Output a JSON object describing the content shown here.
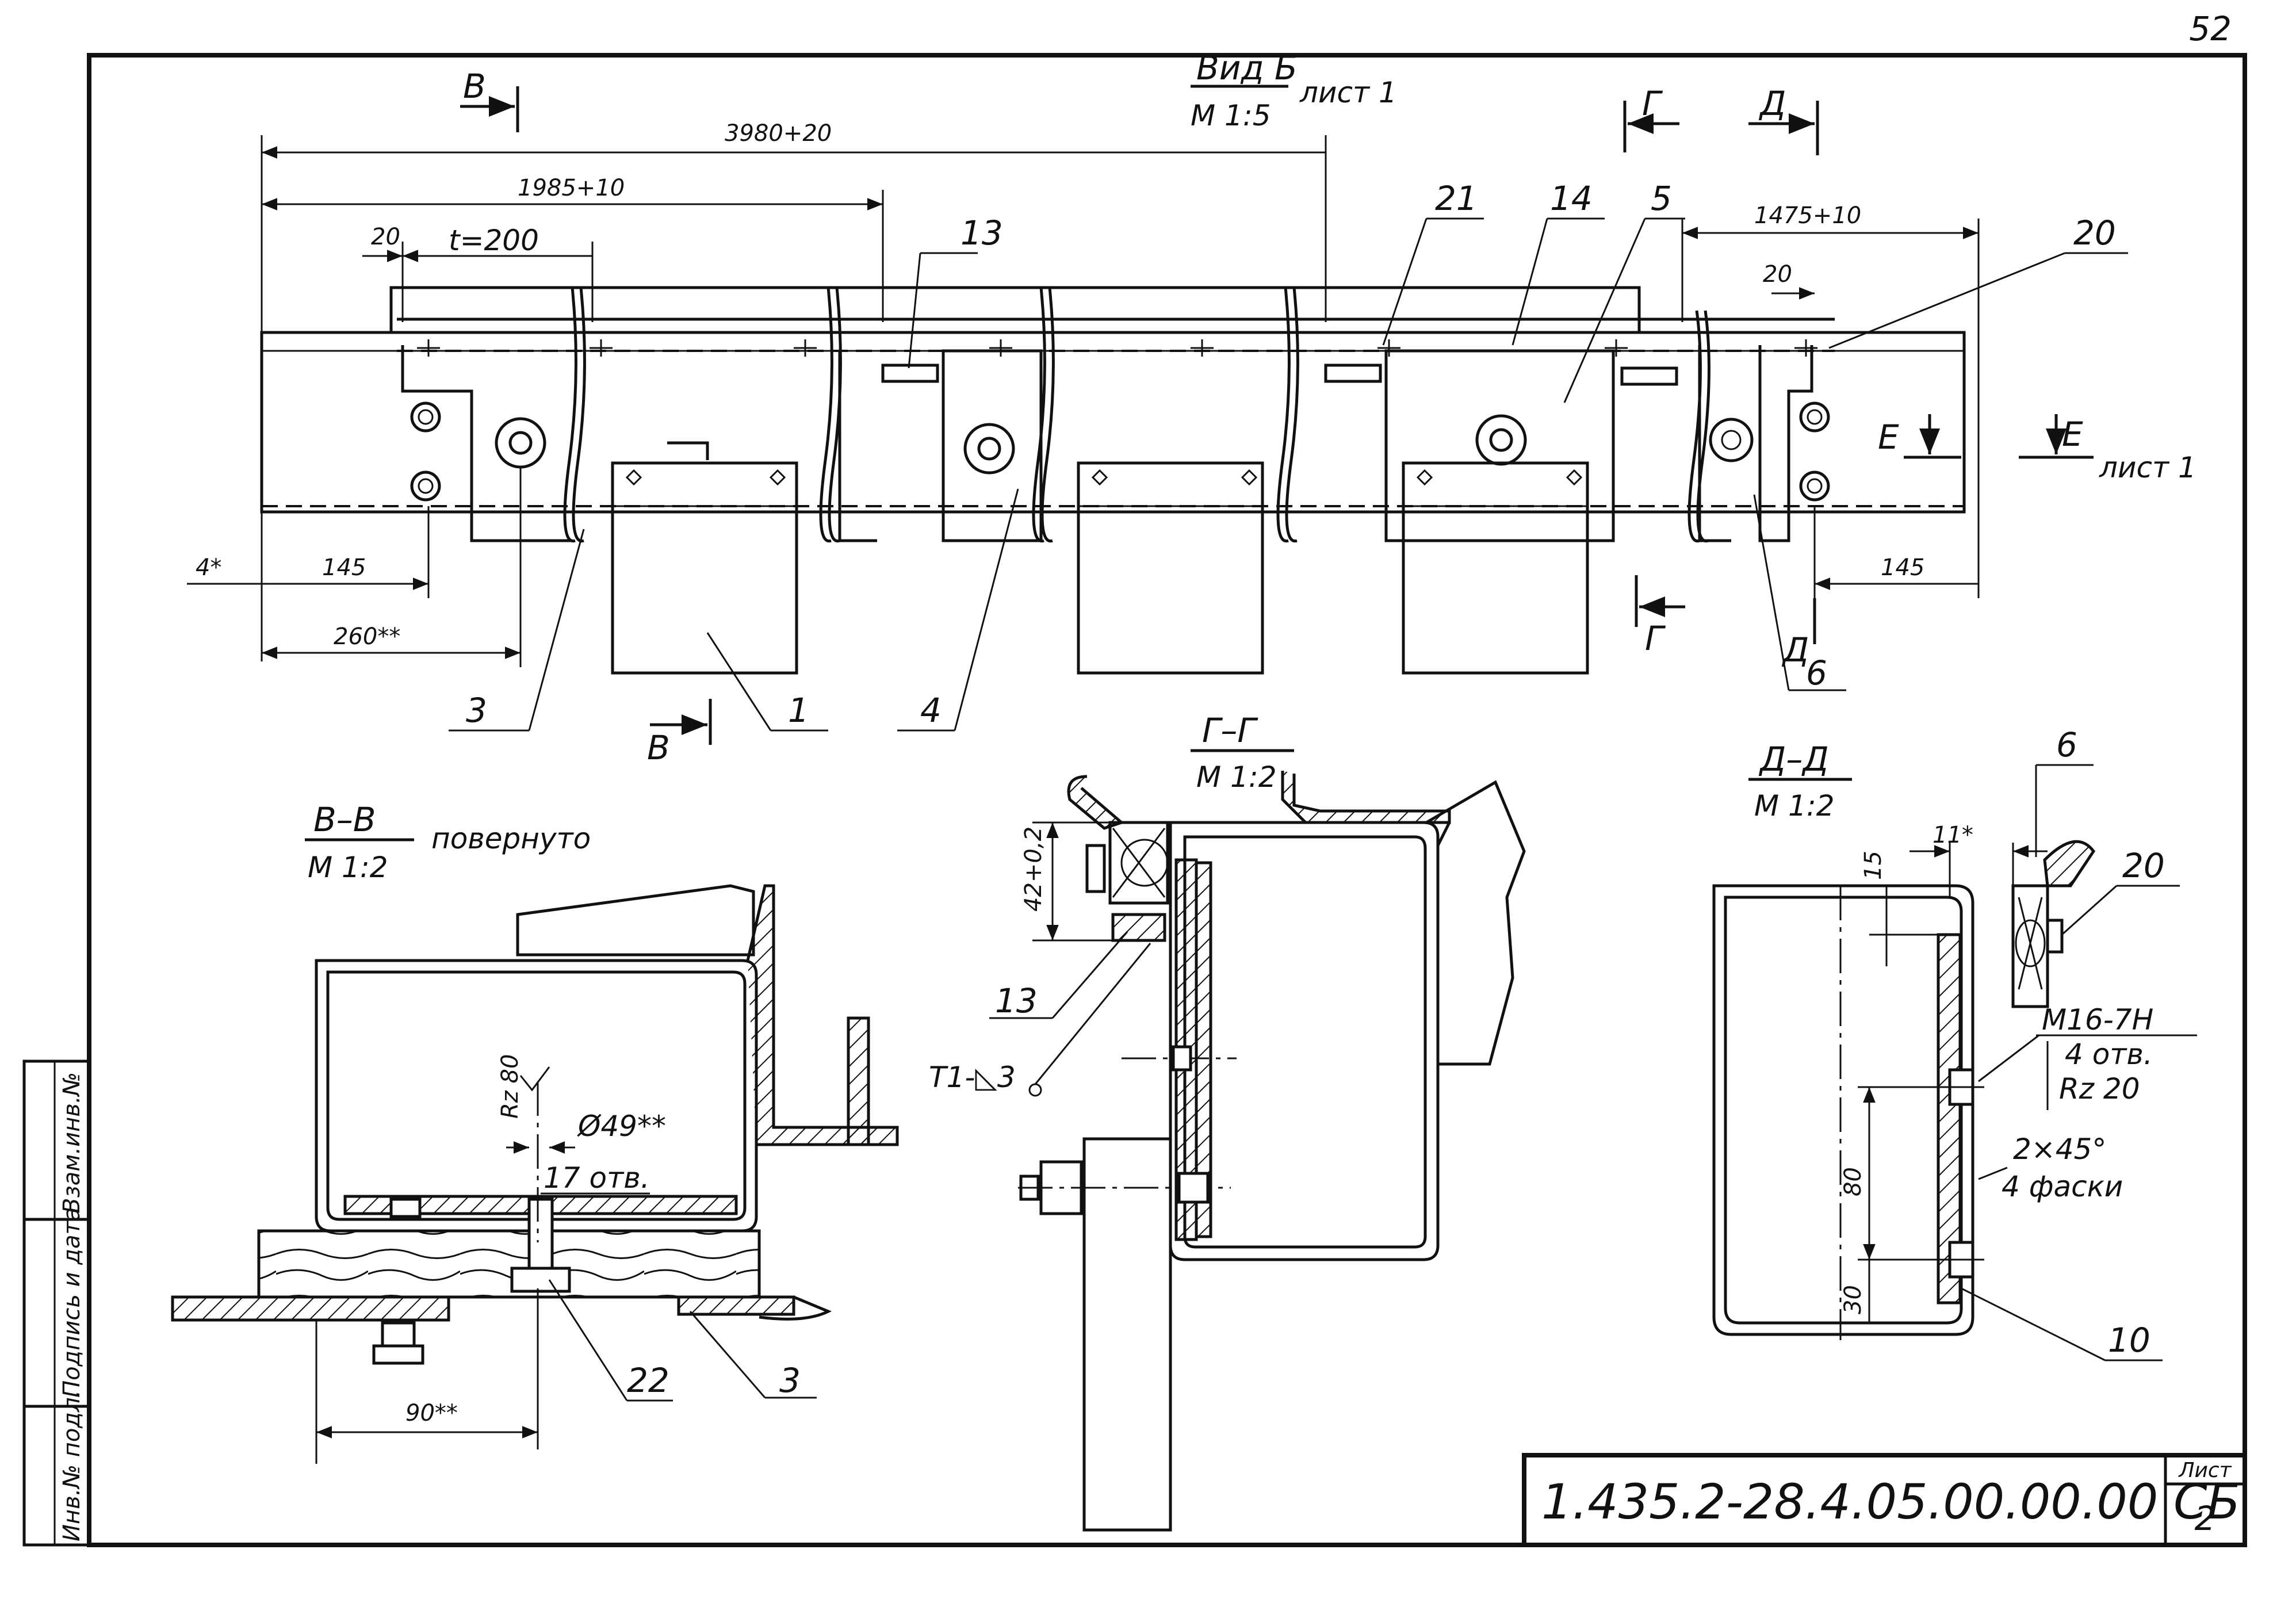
{
  "sheet": {
    "page_number": "52",
    "drawing_number": "1.435.2-28.4.05.00.00.00 СБ",
    "sheet_label": "Лист",
    "sheet_value": "2",
    "side_stamp": [
      "Инв.№ подл.",
      "Подпись и дата",
      "Взам.инв.№"
    ]
  },
  "main_view": {
    "title": "Вид Б",
    "title_ref": "лист 1",
    "scale": "М 1:5",
    "section_marks": [
      "В",
      "В",
      "Г",
      "Г",
      "Д",
      "Д"
    ],
    "view_mark": "Е",
    "view_mark_ref": "лист 1",
    "dimensions": {
      "overall": "3980+20",
      "left_span": "1985+10",
      "right_span": "1475+10",
      "pitch": "t=200",
      "left_offset": "20",
      "right_offset": "20",
      "left_edge": "4*",
      "left_145": "145",
      "right_145": "145",
      "left_260": "260**"
    },
    "callouts": [
      "13",
      "21",
      "14",
      "5",
      "20",
      "3",
      "1",
      "4",
      "6"
    ]
  },
  "section_vv": {
    "title": "В–В",
    "note": "повернуто",
    "scale": "М 1:2",
    "roughness": "Rz 80",
    "hole": "Ø49**",
    "hole_count": "17 отв.",
    "dimension": "90**",
    "callouts": [
      "22",
      "3"
    ]
  },
  "section_gg": {
    "title": "Г–Г",
    "scale": "М 1:2",
    "dimension": "42+0,2",
    "weld": "Т1-◺3",
    "callouts": [
      "13"
    ]
  },
  "section_dd": {
    "title": "Д–Д",
    "scale": "М 1:2",
    "dim_11": "11*",
    "dim_15": "15",
    "dim_80": "80",
    "dim_30": "30",
    "thread": "М16-7Н",
    "thread_count": "4 отв.",
    "roughness": "Rz 20",
    "chamfer": "2×45°",
    "chamfer_count": "4 фаски",
    "callouts": [
      "6",
      "20",
      "10"
    ]
  }
}
